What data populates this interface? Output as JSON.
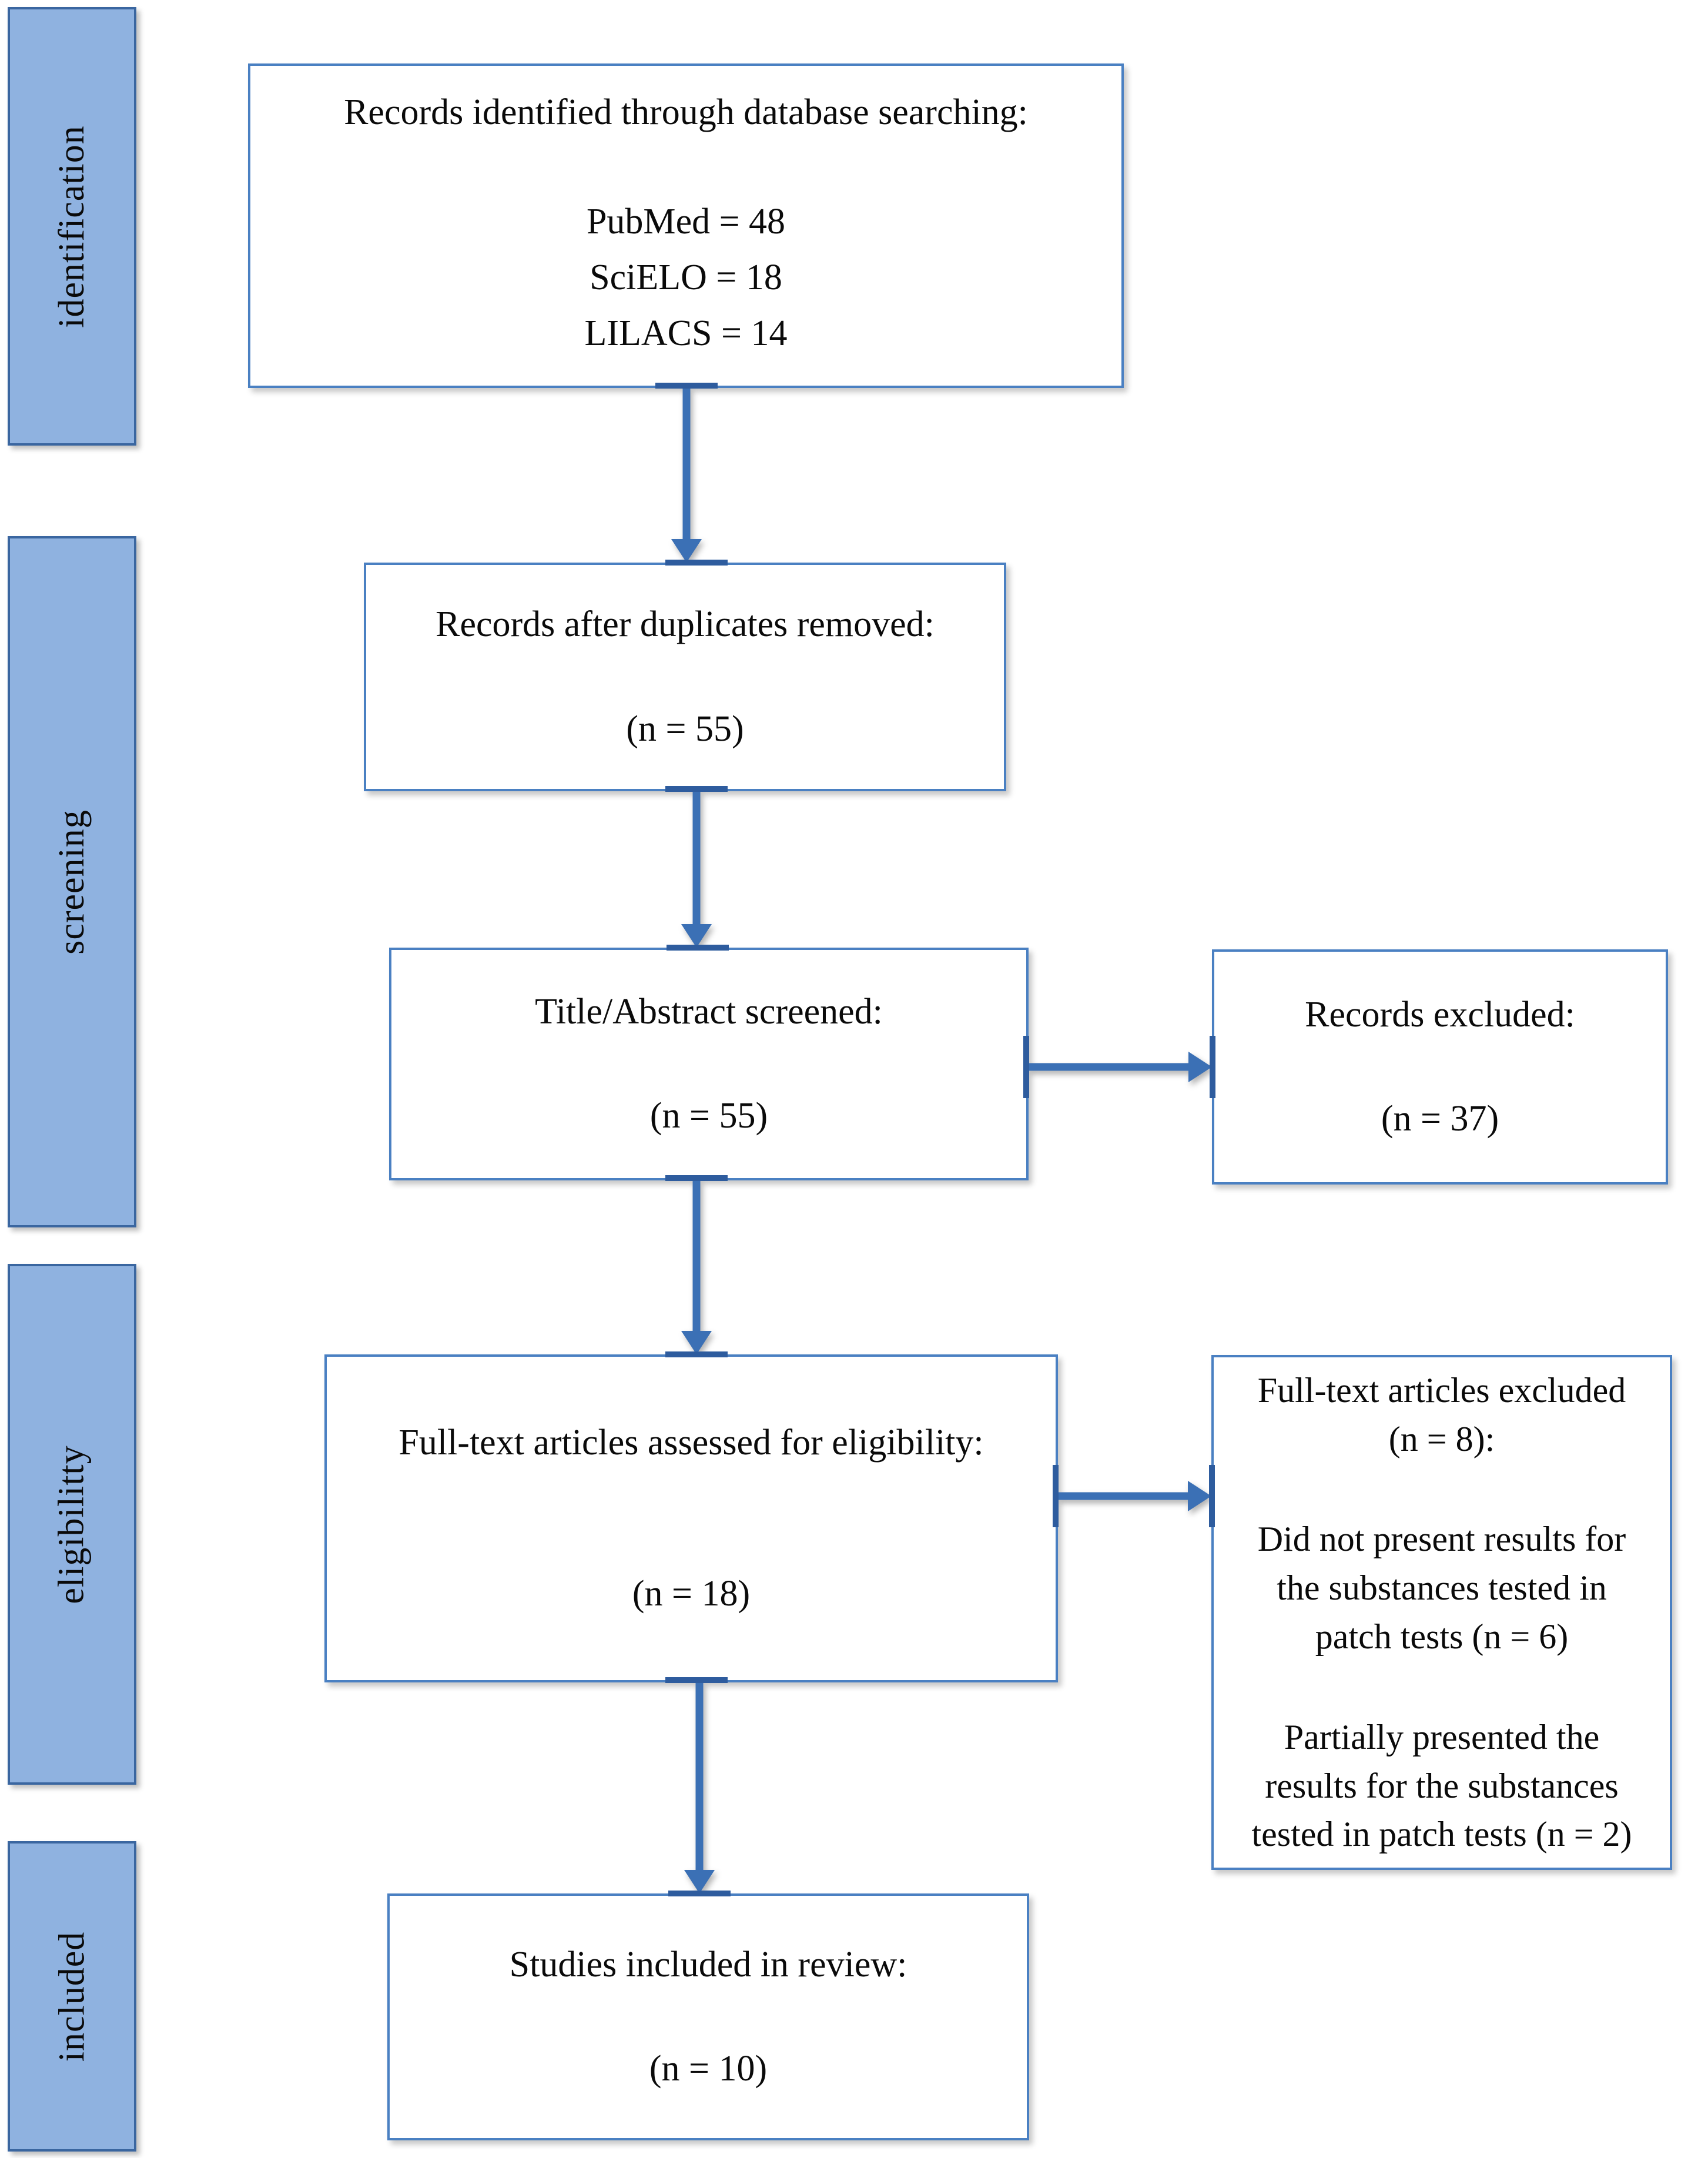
{
  "diagram": {
    "stages": [
      {
        "label": "identification"
      },
      {
        "label": "screening"
      },
      {
        "label": "eligibilitty"
      },
      {
        "label": "included"
      }
    ],
    "boxes": {
      "identified": {
        "title": "Records identified through database searching:",
        "lines": [
          "PubMed = 48",
          "SciELO = 18",
          "LILACS = 14"
        ]
      },
      "duplicates_removed": {
        "title": "Records after duplicates removed:",
        "count": "(n = 55)"
      },
      "title_abstract_screened": {
        "title": "Title/Abstract screened:",
        "count": "(n = 55)"
      },
      "records_excluded": {
        "title": "Records excluded:",
        "count": "(n = 37)"
      },
      "fulltext_assessed": {
        "title": "Full-text articles assessed for eligibility:",
        "count": "(n = 18)"
      },
      "fulltext_excluded": {
        "title": "Full-text articles excluded",
        "subtitle": "(n = 8):",
        "reasons": [
          "Did not present results for the substances tested in patch tests (n = 6)",
          "Partially presented the results for the substances tested in patch tests (n = 2)"
        ]
      },
      "studies_included": {
        "title": "Studies included in review:",
        "count": "(n = 10)"
      }
    },
    "colors": {
      "stage_fill": "#8FB2E0",
      "stage_border": "#3A66A0",
      "box_border": "#4A80C2",
      "arrow": "#3B70B5",
      "connector_stub": "#2E5C9E",
      "text": "#0A0A0A"
    }
  }
}
